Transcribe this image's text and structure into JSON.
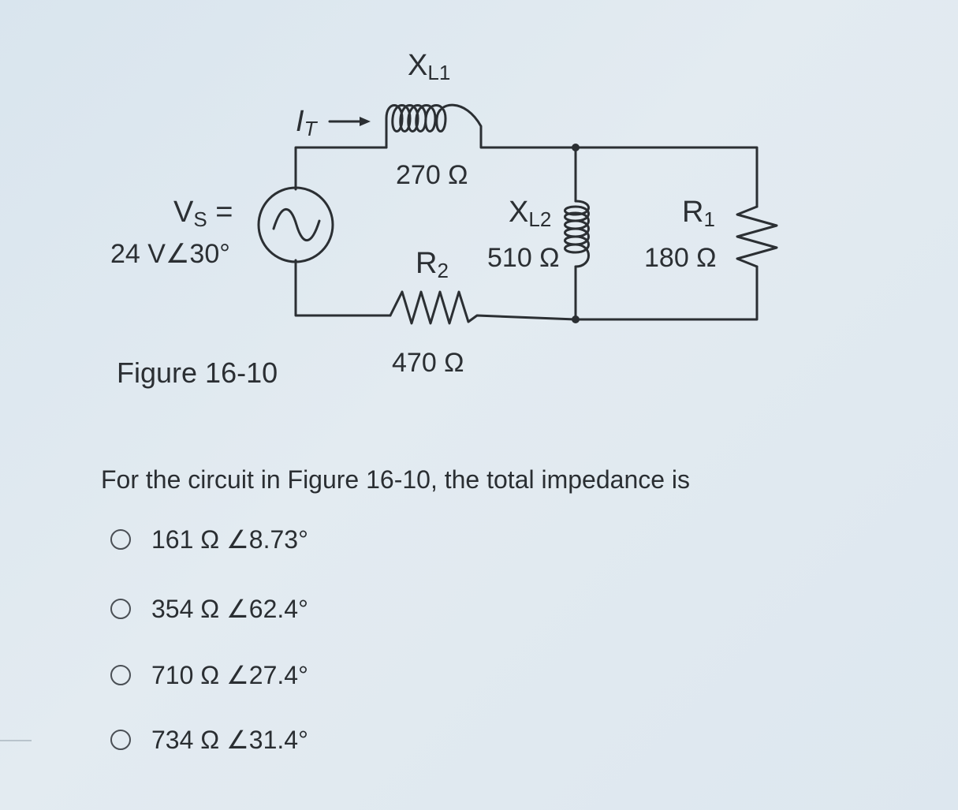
{
  "figure": {
    "source_label": "Vs =",
    "source_value": "24 V∠30°",
    "current_label": "IT",
    "xl1_label": "XL1",
    "xl1_value": "270 Ω",
    "xl2_label": "XL2",
    "xl2_value": "510 Ω",
    "r1_label": "R1",
    "r1_value": "180 Ω",
    "r2_label": "R2",
    "r2_value": "470 Ω",
    "caption": "Figure 16-10"
  },
  "question": {
    "text": "For the circuit in Figure 16-10, the total impedance is"
  },
  "options": [
    {
      "label": "161 Ω ∠8.73°"
    },
    {
      "label": "354 Ω ∠62.4°"
    },
    {
      "label": "710 Ω ∠27.4°"
    },
    {
      "label": "734 Ω ∠31.4°"
    }
  ]
}
